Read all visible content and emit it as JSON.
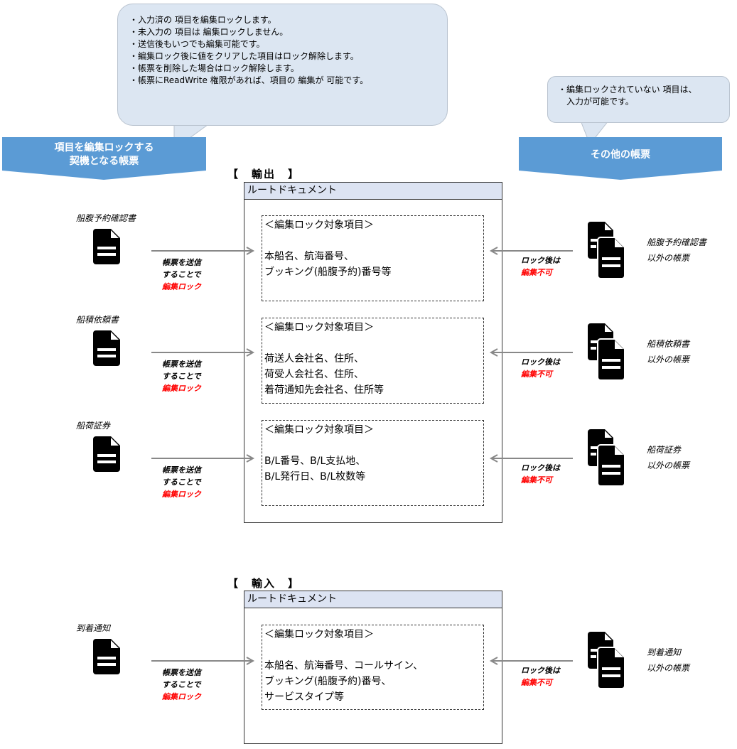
{
  "callout_main": {
    "lines": [
      "・入力済の 項目を編集ロックします。",
      "・未入力の 項目は 編集ロックしません。",
      "・送信後もいつでも編集可能です。",
      "・編集ロック後に値をクリアした項目はロック解除します。",
      "・帳票を削除した場合はロック解除します。",
      "・帳票にReadWrite 権限があれば、項目の 編集が 可能です。"
    ]
  },
  "callout_right": {
    "lines": [
      "・編集ロックされていない 項目は、",
      "　入力が可能です。"
    ]
  },
  "banner_left": "項目を編集ロックする\n契機となる帳票",
  "banner_right": "その他の帳票",
  "colors": {
    "banner": "#5b9bd5",
    "callout": "#dce6f2",
    "header": "#dce3f2",
    "red": "#ff0000"
  },
  "send_note": {
    "l1": "帳票を送信",
    "l2": "することで",
    "l3": "編集ロック"
  },
  "lock_note": {
    "l1": "ロック後は",
    "l2": "編集不可"
  },
  "export": {
    "title": "【　輸出　】",
    "header": "ルートドキュメント",
    "rows": [
      {
        "doc": "船腹予約確認書",
        "box_title": "＜編集ロック対象項目＞",
        "items": [
          "本船名、航海番号、",
          "ブッキング(船腹予約)番号等"
        ],
        "other": [
          "船腹予約確認書",
          "以外の帳票"
        ]
      },
      {
        "doc": "船積依頼書",
        "box_title": "＜編集ロック対象項目＞",
        "items": [
          "荷送人会社名、住所、",
          "荷受人会社名、住所、",
          "着荷通知先会社名、住所等"
        ],
        "other": [
          "船積依頼書",
          "以外の帳票"
        ]
      },
      {
        "doc": "船荷証券",
        "box_title": "＜編集ロック対象項目＞",
        "items": [
          "B/L番号、B/L支払地、",
          "B/L発行日、B/L枚数等"
        ],
        "other": [
          "船荷証券",
          "以外の帳票"
        ]
      }
    ]
  },
  "import": {
    "title": "【　輸入　】",
    "header": "ルートドキュメント",
    "rows": [
      {
        "doc": "到着通知",
        "box_title": "＜編集ロック対象項目＞",
        "items": [
          "本船名、航海番号、コールサイン、",
          "ブッキング(船腹予約)番号、",
          "サービスタイプ等"
        ],
        "other": [
          "到着通知",
          "以外の帳票"
        ]
      }
    ]
  }
}
